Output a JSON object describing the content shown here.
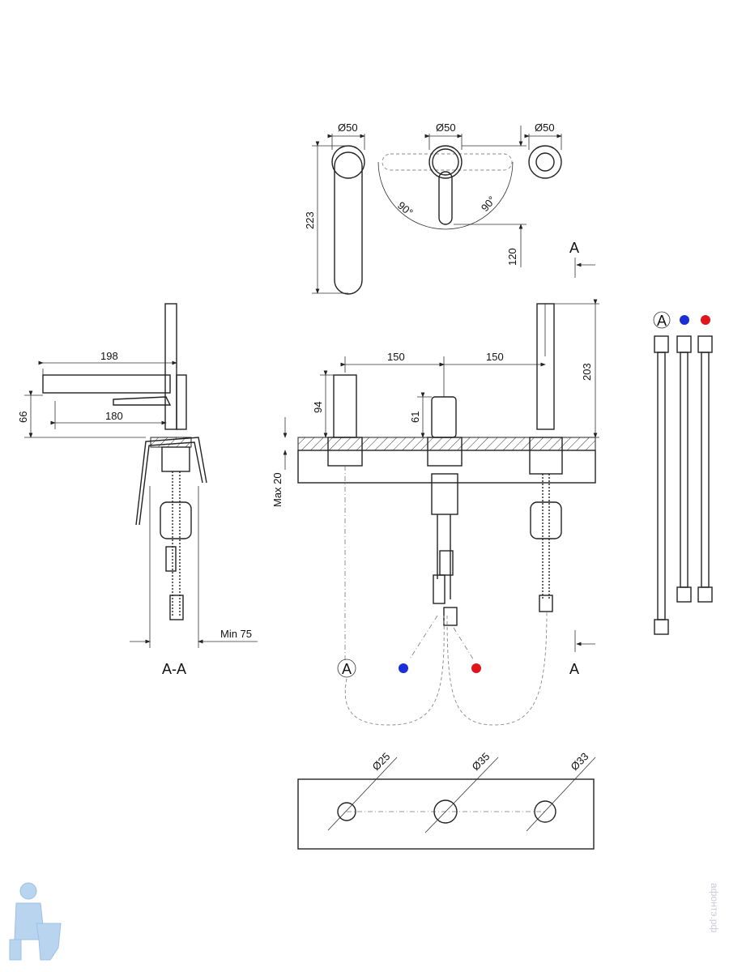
{
  "top_view": {
    "dia_left": "Ø50",
    "dia_mid": "Ø50",
    "dia_right": "Ø50",
    "height_223": "223",
    "angle_left": "90°",
    "angle_right": "90°",
    "dim_120": "120",
    "section_mark": "A"
  },
  "side_view": {
    "dim_198": "198",
    "dim_180": "180",
    "dim_66": "66",
    "min_75": "Min 75",
    "section_label": "A-A"
  },
  "front_view": {
    "dim_150_left": "150",
    "dim_150_right": "150",
    "dim_203": "203",
    "dim_94": "94",
    "dim_61": "61",
    "max_20": "Max 20",
    "hose_label": "A",
    "section_mark": "A"
  },
  "hoses": {
    "label": "A",
    "cold_color": "#1a2fd6",
    "hot_color": "#e0141b"
  },
  "drilling": {
    "hole1": "Ø25",
    "hole2": "Ø35",
    "hole3": "Ø33"
  },
  "watermark": {
    "text": "афонтэ.рф"
  }
}
